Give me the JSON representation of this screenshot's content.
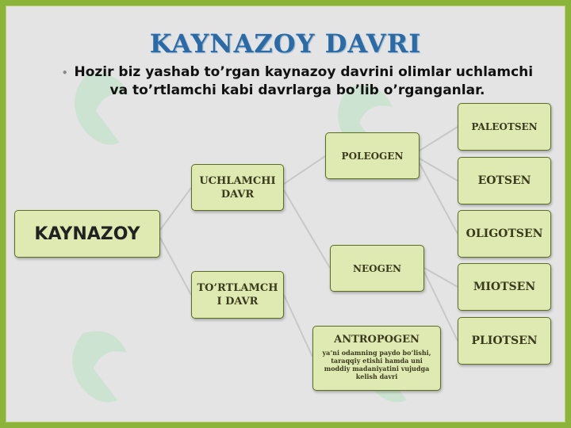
{
  "title": "KAYNAZOY DAVRI",
  "intro": {
    "bullet": "•",
    "line1": "Hozir biz yashab to’rgan kaynazoy davrini olimlar uchlamchi",
    "line2": "va to’rtlamchi kabi davrlarga bo’lib o’rganganlar."
  },
  "diagram": {
    "root": "KAYNAZOY",
    "uchlamchi": [
      "UCHLAMCHI",
      "DAVR"
    ],
    "tortlamchi": [
      "TO’RTLAMCH",
      "I DAVR"
    ],
    "poleogen": "POLEOGEN",
    "neogen": "NEOGEN",
    "antropogen": {
      "title": "ANTROPOGEN",
      "desc": "ya’ni odamning paydo bo’lishi, taraqqiy etishi hamda uni moddiy madaniyatini vujudga kelish davri"
    },
    "epochs": [
      "PALEOTSEN",
      "EOTSEN",
      "OLIGOTSEN",
      "MIOTSEN",
      "PLIOTSEN"
    ]
  },
  "colors": {
    "frame": "#8db43a",
    "background": "#e4e4e4",
    "node_fill": "#dfe9b2",
    "node_border": "#5b6d21",
    "title": "#2a6aa6",
    "connector": "#c8c8c8"
  }
}
